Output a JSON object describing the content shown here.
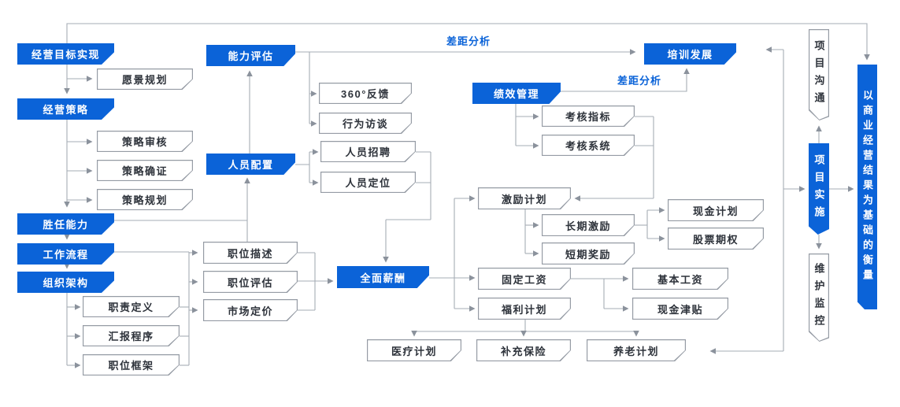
{
  "colors": {
    "accent_blue": "#0b63d8",
    "line_gray": "#a6acb5",
    "box_border": "#959ba4",
    "text_dark": "#2d323a"
  },
  "nodes": {
    "blue": [
      {
        "id": "business-goal-realization",
        "label": "经营目标实现"
      },
      {
        "id": "business-strategy",
        "label": "经营策略"
      },
      {
        "id": "competency",
        "label": "胜任能力"
      },
      {
        "id": "workflow",
        "label": "工作流程"
      },
      {
        "id": "org-structure",
        "label": "组织架构"
      },
      {
        "id": "capability-assessment",
        "label": "能力评估"
      },
      {
        "id": "staffing",
        "label": "人员配置"
      },
      {
        "id": "performance-management",
        "label": "绩效管理"
      },
      {
        "id": "training-development",
        "label": "培训发展"
      },
      {
        "id": "total-compensation",
        "label": "全面薪酬"
      }
    ],
    "white": [
      {
        "id": "vision-planning",
        "label": "愿景规划"
      },
      {
        "id": "strategy-review",
        "label": "策略审核"
      },
      {
        "id": "strategy-confirmation",
        "label": "策略确证"
      },
      {
        "id": "strategy-planning",
        "label": "策略规划"
      },
      {
        "id": "responsibility-definition",
        "label": "职责定义"
      },
      {
        "id": "reporting-procedure",
        "label": "汇报程序"
      },
      {
        "id": "position-framework",
        "label": "职位框架"
      },
      {
        "id": "feedback-360",
        "label": "360°反馈"
      },
      {
        "id": "behavioral-interview",
        "label": "行为访谈"
      },
      {
        "id": "recruitment",
        "label": "人员招聘"
      },
      {
        "id": "personnel-positioning",
        "label": "人员定位"
      },
      {
        "id": "job-description",
        "label": "职位描述"
      },
      {
        "id": "job-evaluation",
        "label": "职位评估"
      },
      {
        "id": "market-pricing",
        "label": "市场定价"
      },
      {
        "id": "assessment-indicators",
        "label": "考核指标"
      },
      {
        "id": "assessment-system",
        "label": "考核系统"
      },
      {
        "id": "incentive-plan",
        "label": "激励计划"
      },
      {
        "id": "long-term-incentive",
        "label": "长期激励"
      },
      {
        "id": "short-term-reward",
        "label": "短期奖励"
      },
      {
        "id": "cash-plan",
        "label": "现金计划"
      },
      {
        "id": "stock-options",
        "label": "股票期权"
      },
      {
        "id": "fixed-salary",
        "label": "固定工资"
      },
      {
        "id": "welfare-plan",
        "label": "福利计划"
      },
      {
        "id": "base-salary",
        "label": "基本工资"
      },
      {
        "id": "cash-allowance",
        "label": "现金津贴"
      },
      {
        "id": "medical-plan",
        "label": "医疗计划"
      },
      {
        "id": "supplementary-insurance",
        "label": "补充保险"
      },
      {
        "id": "pension-plan",
        "label": "养老计划"
      }
    ],
    "vertical": [
      {
        "id": "project-communication",
        "label": "项目沟通"
      },
      {
        "id": "project-implementation",
        "label": "项目实施"
      },
      {
        "id": "maintenance-monitoring",
        "label": "维护监控"
      },
      {
        "id": "business-result-measure",
        "label": "以商业经营结果为基础的衡量"
      }
    ]
  },
  "edge_labels": [
    {
      "id": "gap-analysis-1",
      "label": "差距分析"
    },
    {
      "id": "gap-analysis-2",
      "label": "差距分析"
    }
  ]
}
